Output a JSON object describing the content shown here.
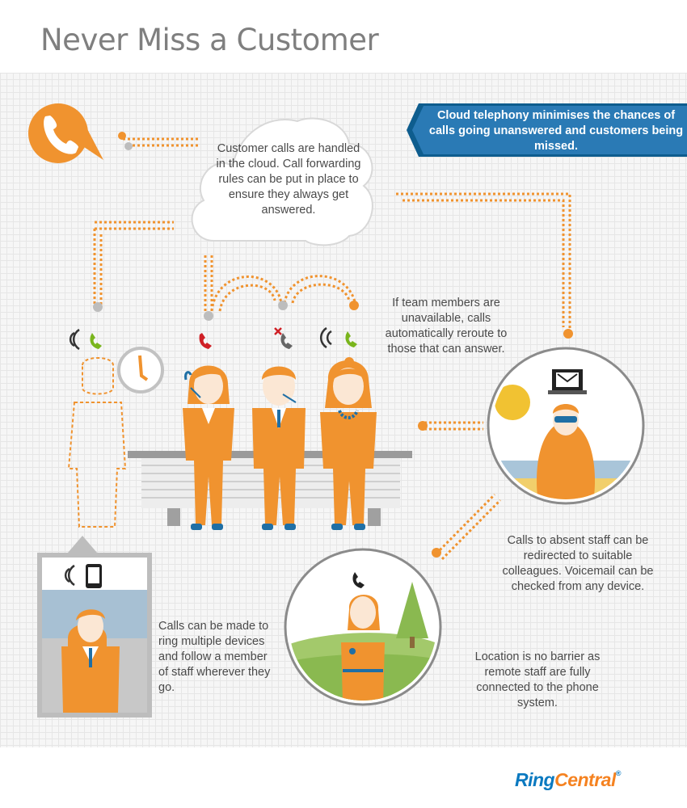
{
  "title": "Never Miss a Customer",
  "banner": {
    "text": "Cloud telephony minimises the chances of calls going unanswered and customers being missed."
  },
  "cloud_text": "Customer calls are handled in the cloud. Call forwarding rules can be put in place to ensure they always get answered.",
  "reroute_text": "If team members are unavailable, calls automatically reroute to those that can answer.",
  "absent_text": "Calls to absent staff can be redirected to suitable colleagues. Voicemail can be checked from any device.",
  "devices_text": "Calls can be made to ring multiple devices and follow a member of staff wherever they go.",
  "remote_text": "Location is no barrier as remote staff are fully connected to the phone system.",
  "logo": {
    "part1": "Ring",
    "part2": "Central",
    "mark": "®"
  },
  "colors": {
    "orange": "#f0932f",
    "blue": "#1f6fa5",
    "green": "#7ab51d",
    "red": "#cf2026"
  }
}
